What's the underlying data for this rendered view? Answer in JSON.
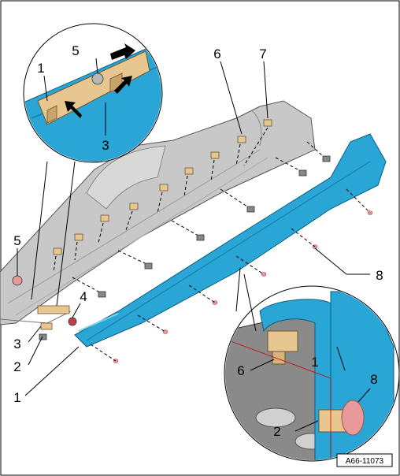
{
  "figure": {
    "reference_code": "A66-11073"
  },
  "callouts": {
    "c1_detail_top": "1",
    "c5_detail_top": "5",
    "c3_detail_top": "3",
    "c6": "6",
    "c7": "7",
    "c5_left": "5",
    "c4": "4",
    "c3_left": "3",
    "c2_left": "2",
    "c1_bottom": "1",
    "c8_right": "8",
    "c6_detail_bottom": "6",
    "c1_detail_bottom": "1",
    "c8_detail_bottom": "8",
    "c2_detail_bottom": "2"
  },
  "colors": {
    "trim_blue": "#2aa6d6",
    "trim_blue_dark": "#1a7fa8",
    "body_grey": "#c8c8c8",
    "body_grey_dark": "#8a8a8a",
    "clip_tan": "#e8c690",
    "rivet_pink": "#e89a9a"
  }
}
